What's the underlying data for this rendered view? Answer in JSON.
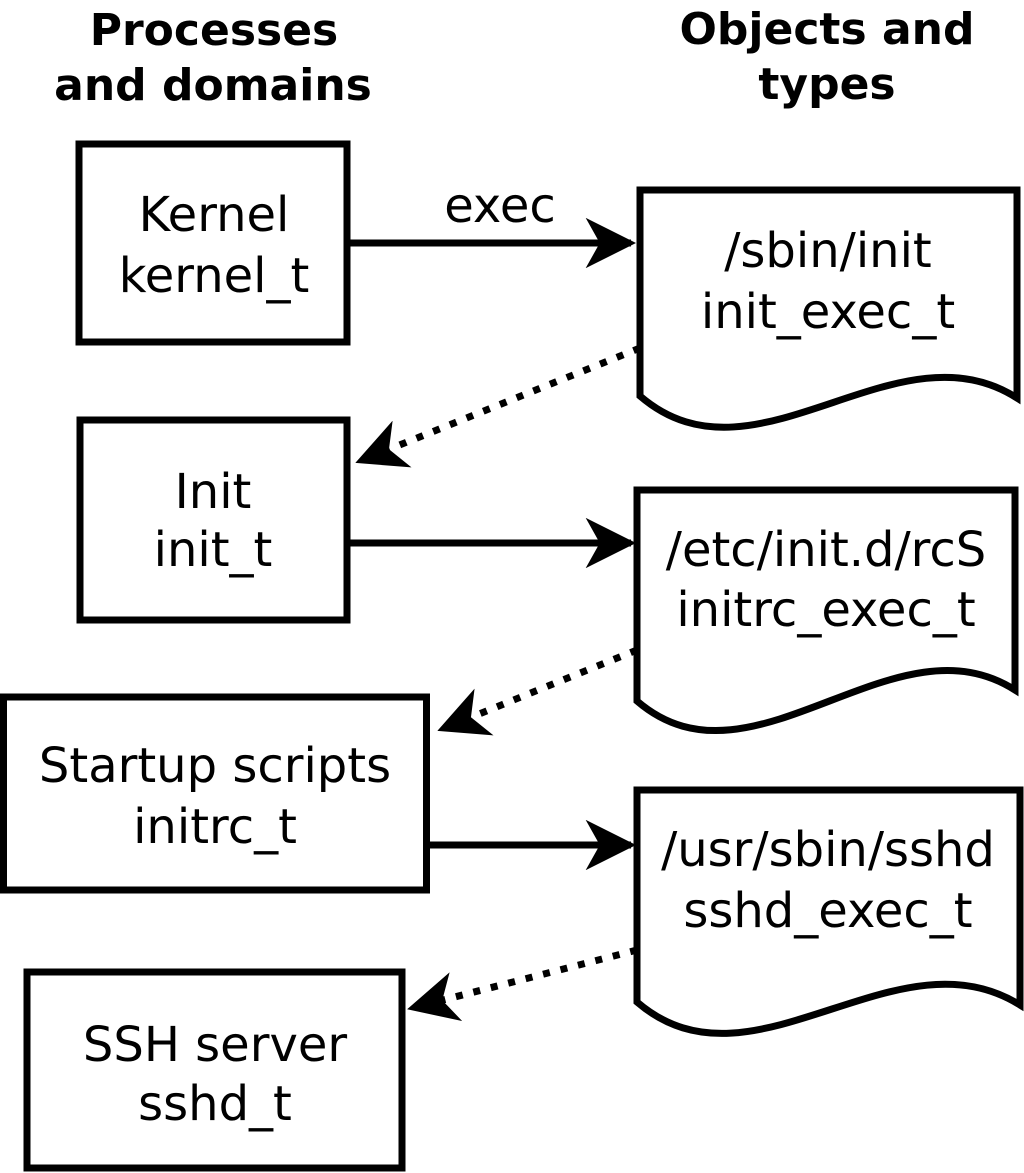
{
  "diagram": {
    "description": "SELinux domain transition flow from kernel to SSH server",
    "colors": {
      "ink": "#000000",
      "background": "#ffffff"
    },
    "title_left": {
      "line1": "Processes",
      "line2": "and domains"
    },
    "title_right": {
      "line1": "Objects and",
      "line2": "types"
    },
    "process_boxes": [
      {
        "name": "Kernel",
        "domain": "kernel_t"
      },
      {
        "name": "Init",
        "domain": "init_t"
      },
      {
        "name": "Startup scripts",
        "domain": "initrc_t"
      },
      {
        "name": "SSH server",
        "domain": "sshd_t"
      }
    ],
    "object_boxes": [
      {
        "path": "/sbin/init",
        "type": "init_exec_t"
      },
      {
        "path": "/etc/init.d/rcS",
        "type": "initrc_exec_t"
      },
      {
        "path": "/usr/sbin/sshd",
        "type": "sshd_exec_t"
      }
    ],
    "edges": [
      {
        "from": "kernel_t",
        "to": "/sbin/init",
        "style": "solid",
        "label": "exec"
      },
      {
        "from": "/sbin/init",
        "to": "init_t",
        "style": "dotted",
        "label": ""
      },
      {
        "from": "init_t",
        "to": "/etc/init.d/rcS",
        "style": "solid",
        "label": ""
      },
      {
        "from": "/etc/init.d/rcS",
        "to": "initrc_t",
        "style": "dotted",
        "label": ""
      },
      {
        "from": "initrc_t",
        "to": "/usr/sbin/sshd",
        "style": "solid",
        "label": ""
      },
      {
        "from": "/usr/sbin/sshd",
        "to": "sshd_t",
        "style": "dotted",
        "label": ""
      }
    ]
  }
}
